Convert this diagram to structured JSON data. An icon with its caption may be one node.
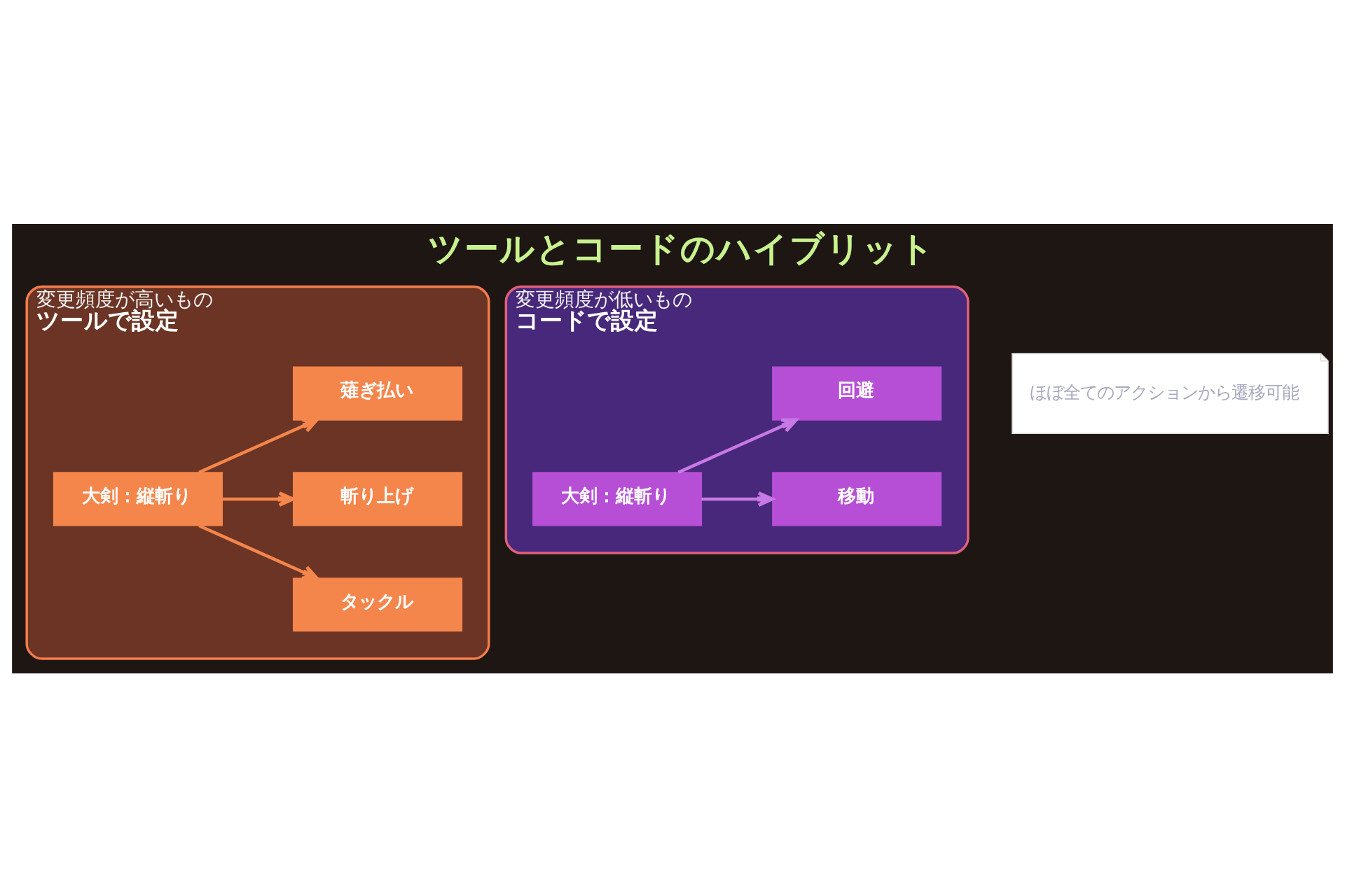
{
  "diagram": {
    "title": "ツールとコードのハイブリット",
    "nodes": [
      {
        "text": [
          "変更頻度が高いもの",
          "ツールで設定"
        ]
      },
      {
        "text": [
          "大剣：縦斬り"
        ],
        "in": 0
      },
      {
        "text": [
          "薙ぎ払い"
        ],
        "in": 0
      },
      {
        "text": [
          "斬り上げ"
        ],
        "in": 0
      },
      {
        "text": [
          "タックル"
        ],
        "in": 0
      },
      {
        "text": [
          "変更頻度が低いもの",
          "コードで設定"
        ]
      },
      {
        "text": [
          "大剣：縦斬り"
        ],
        "in": 5
      },
      {
        "text": [
          "回避"
        ],
        "in": 5
      },
      {
        "text": [
          "ほぼ全てのアクションから遷移可能"
        ]
      },
      {
        "text": [
          "移動"
        ],
        "in": 5
      }
    ],
    "edges": [
      {
        "from": 1,
        "to": 2,
        "arrow": "to"
      },
      {
        "from": 1,
        "to": 3,
        "arrow": "to"
      },
      {
        "from": 1,
        "to": 4,
        "arrow": "to"
      },
      {
        "from": 6,
        "to": 7,
        "arrow": "to",
        "color": "#c879e6"
      },
      {
        "from": 6,
        "to": 9,
        "arrow": "to",
        "color": "#c879e6"
      }
    ]
  }
}
